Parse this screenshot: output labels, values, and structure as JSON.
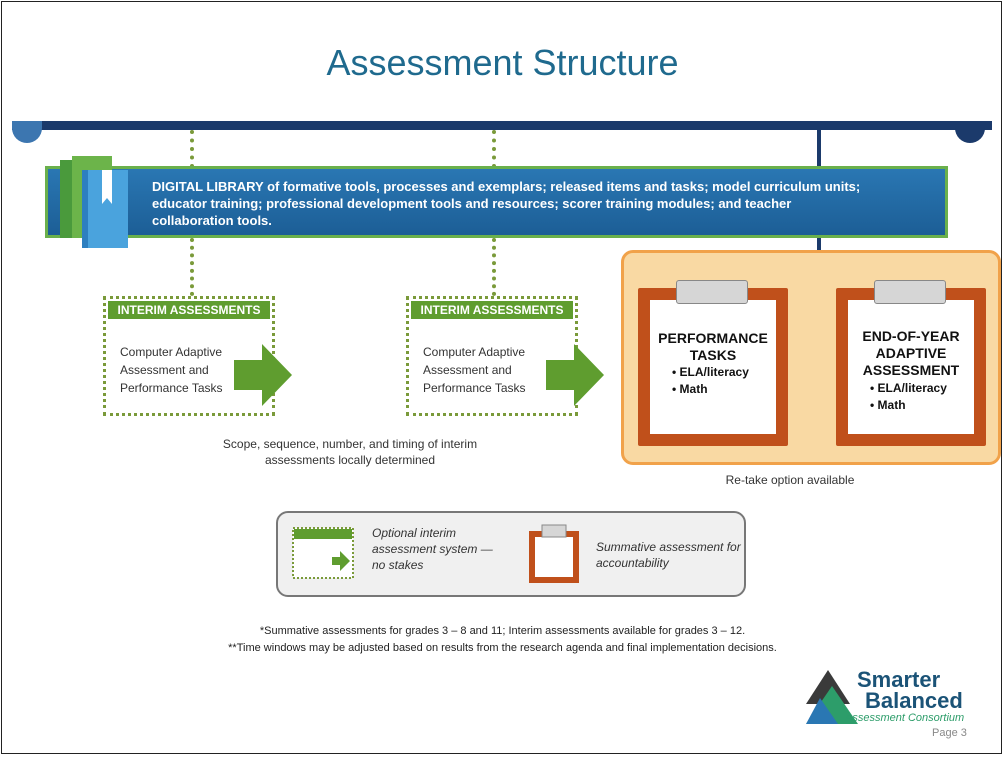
{
  "slide": {
    "title": "Assessment Structure",
    "page_label": "Page 3"
  },
  "digital_library": {
    "text": "DIGITAL LIBRARY of formative tools, processes and exemplars; released items and tasks; model curriculum units; educator training; professional development tools and resources; scorer training modules; and teacher collaboration tools."
  },
  "interim_boxes": [
    {
      "header": "INTERIM ASSESSMENTS",
      "body": "Computer Adaptive Assessment and Performance Tasks"
    },
    {
      "header": "INTERIM ASSESSMENTS",
      "body": "Computer Adaptive Assessment and Performance Tasks"
    }
  ],
  "interim_note": "Scope, sequence, number, and timing of interim assessments locally determined",
  "summative": {
    "performance_tasks": {
      "title": "PERFORMANCE TASKS",
      "items": [
        "• ELA/literacy",
        "• Math"
      ]
    },
    "end_of_year": {
      "title": "END-OF-YEAR ADAPTIVE ASSESSMENT",
      "items": [
        "• ELA/literacy",
        "• Math"
      ]
    },
    "retake_note": "Re-take option available"
  },
  "legend": {
    "interim_label": "Optional interim assessment system — no stakes",
    "summative_label": "Summative assessment for accountability"
  },
  "footnotes": [
    "*Summative assessments for grades 3 – 8 and 11; Interim assessments available for grades 3 – 12.",
    "**Time windows may be adjusted based on results from the research agenda and final implementation decisions."
  ],
  "logo": {
    "line1": "Smarter",
    "line2": "Balanced",
    "line3": "Assessment Consortium"
  },
  "colors": {
    "title": "#1f6a8e",
    "library_blue": "#1c5e96",
    "interim_green": "#5f9d2f",
    "summative_orange": "#c0501b",
    "panel_peach": "#f9d9a3"
  }
}
